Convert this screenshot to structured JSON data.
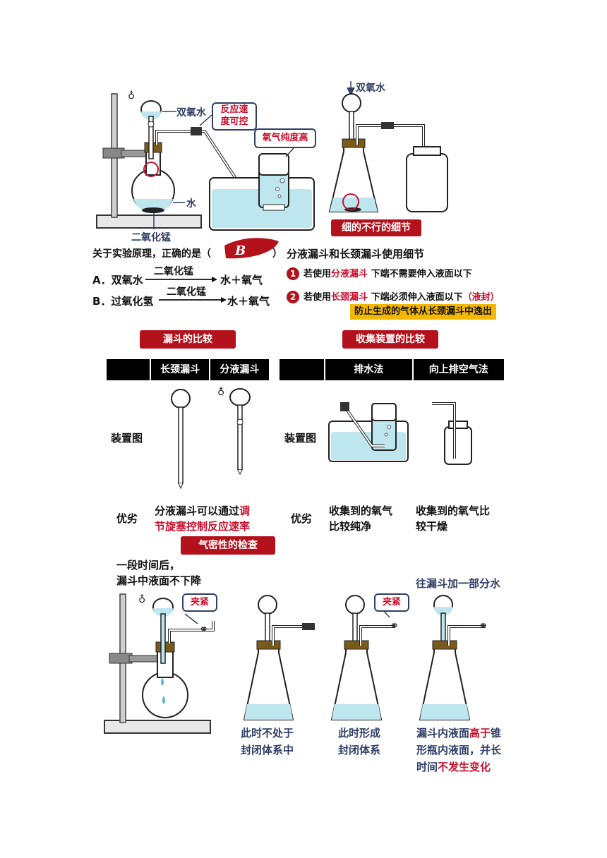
{
  "top_left": {
    "label_h2o2": "双氧水",
    "label_water": "水",
    "label_mno2": "二氧化锰",
    "callout_rate": "反应速\n度可控",
    "callout_purity": "氧气纯度高"
  },
  "top_right": {
    "label_h2o2": "双氧水",
    "badge_detail": "细的不行的细节"
  },
  "question": {
    "stem": "关于实验原理，正确的是（",
    "answer": "B",
    "close": "）",
    "option_a_prefix": "A．双氧水",
    "option_a_catalyst": "二氧化锰",
    "option_a_product": "水＋氧气",
    "option_b_prefix": "B．过氧化氢",
    "option_b_catalyst": "二氧化锰",
    "option_b_product": "水＋氧气"
  },
  "funnel_tips": {
    "title": "分液漏斗和长颈漏斗使用细节",
    "tip1_num": "1",
    "tip1_pre": "若使用",
    "tip1_key": "分液漏斗",
    "tip1_post": "下端不需要伸入液面以下",
    "tip2_num": "2",
    "tip2_pre": "若使用",
    "tip2_key": "长颈漏斗",
    "tip2_post": "下端必须伸入液面以下",
    "tip2_note": "（液封）",
    "highlight": "防止生成的气体从长颈漏斗中逸出"
  },
  "funnel_compare": {
    "title": "漏斗的比较",
    "col_blank": "",
    "col_long": "长颈漏斗",
    "col_sep": "分液漏斗",
    "row_device": "装置图",
    "row_merit": "优劣",
    "merit_pre": "分液漏斗可以通过",
    "merit_key1": "调",
    "merit_key2": "节旋塞控制反应速率"
  },
  "collect_compare": {
    "title": "收集装置的比较",
    "col_blank": "",
    "col_water": "排水法",
    "col_air": "向上排空气法",
    "row_device": "装置图",
    "row_merit": "优劣",
    "merit_water": "收集到的氧气\n比较纯净",
    "merit_air": "收集到的氧气比\n较干燥"
  },
  "airtight": {
    "title": "气密性的检查",
    "note1": "一段时间后，\n漏斗中液面不下降",
    "clamp1": "夹紧",
    "clamp2": "夹紧",
    "note_add_water": "往漏斗加一部分水",
    "caption2": "此时不处于\n封闭体系中",
    "caption3": "此时形成\n封闭体系",
    "caption4_a": "漏斗内液面",
    "caption4_b": "高于",
    "caption4_c": "锥",
    "caption4_d": "形瓶内液面，并长",
    "caption4_e": "时间",
    "caption4_f": "不发生变化"
  },
  "colors": {
    "accent_red": "#b3121c",
    "text_red": "#c8102e",
    "navy": "#2f3f66",
    "water": "#bde6ef",
    "highlight_yellow": "#f5b800"
  }
}
